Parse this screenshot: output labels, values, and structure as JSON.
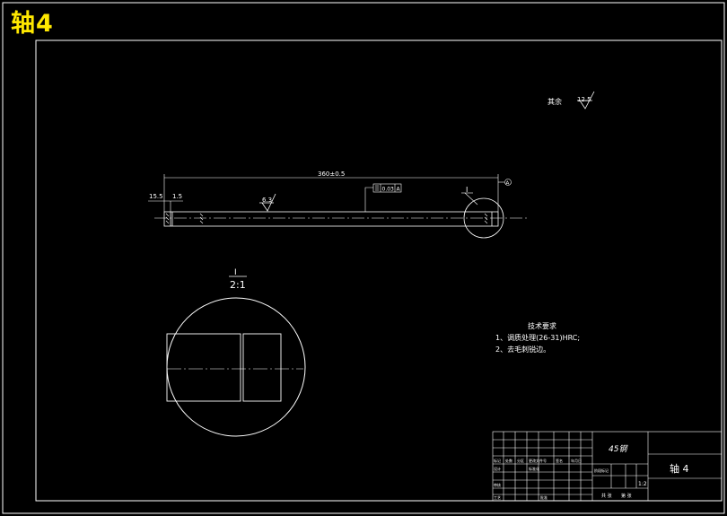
{
  "corner_title": "轴4",
  "surface_finish": {
    "rest_label": "其余",
    "rest_value": "12.5",
    "shaft_value": "6.3"
  },
  "dimensions": {
    "overall_length": "360±0.5",
    "left_step": "15.5",
    "left_step_small": "1.5",
    "tolerance_frame": "0.03",
    "datum": "A"
  },
  "detail": {
    "callout": "I",
    "label": "I",
    "scale": "2:1"
  },
  "tech_requirements": {
    "title": "技术要求",
    "items": [
      "1、调质处理(26-31)HRC;",
      "2、去毛刺锐边。"
    ]
  },
  "title_block": {
    "part_name": "轴 4",
    "material": "45钢",
    "scale": "1:2",
    "rows": [
      [
        "标记",
        "处数",
        "分区",
        "更改文件号",
        "签名",
        "年月日"
      ],
      [
        "设计",
        "",
        "标准化",
        "",
        "阶段标记",
        ""
      ],
      [
        "审核",
        "",
        "",
        "",
        "",
        ""
      ],
      [
        "工艺",
        "",
        "批准",
        "",
        "共 张",
        "第 张"
      ]
    ]
  },
  "colors": {
    "background": "#000000",
    "line": "#ffffff",
    "title": "#ffe800"
  }
}
